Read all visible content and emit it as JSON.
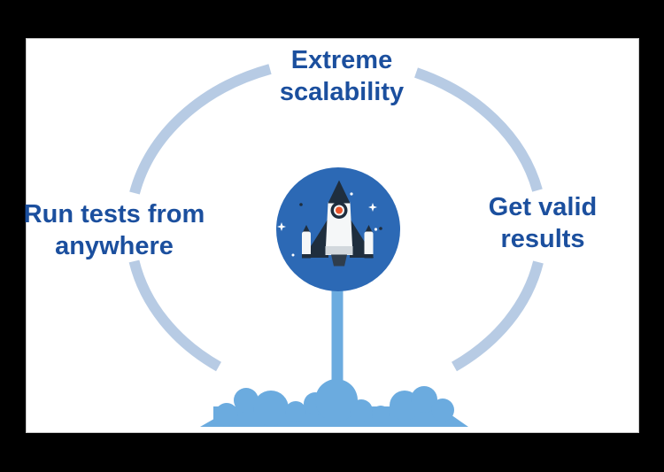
{
  "diagram": {
    "title_context": "rocket launch benefits diagram",
    "labels": {
      "top": {
        "line1": "Extreme",
        "line2": "scalability"
      },
      "left": {
        "line1": "Run tests from",
        "line2": "anywhere"
      },
      "right": {
        "line1": "Get valid",
        "line2": "results"
      }
    },
    "icons": [
      "rocket-icon",
      "star-sparkle-icon",
      "exhaust-trail",
      "smoke-cloud-icon"
    ],
    "colors": {
      "outer_background": "#000000",
      "panel_background": "#ffffff",
      "label_text": "#1b4f9e",
      "arc_ring": "#b7cbe4",
      "badge_circle_blue": "#2c69b5",
      "cloud_and_trail_blue": "#6babdf",
      "rocket_dark_navy": "#1f2e3e",
      "rocket_body_white": "#f5f7f8",
      "rocket_band_gray": "#d2d8dd",
      "nozzle_gray": "#2f3d4c",
      "porthole_orange": "#e8542b"
    }
  }
}
